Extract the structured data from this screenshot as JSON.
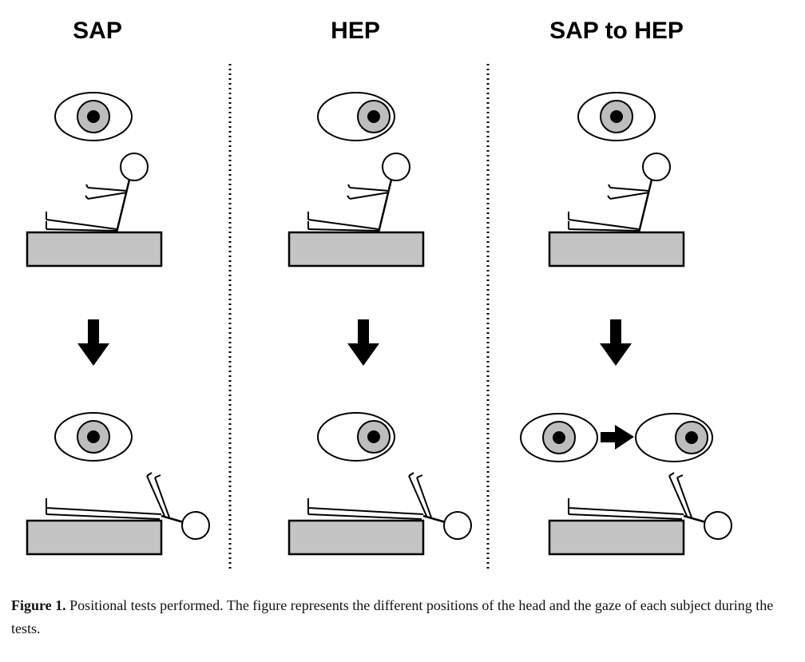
{
  "panels": [
    {
      "title": "SAP"
    },
    {
      "title": "HEP"
    },
    {
      "title": "SAP to HEP"
    }
  ],
  "caption": {
    "label": "Figure 1.",
    "text": " Positional tests performed. The figure represents the different positions of the head and the gaze of each subject during the tests."
  },
  "colors": {
    "bed_fill": "#c4c4c4",
    "iris_fill": "#bdbdbd",
    "stroke": "#000000"
  }
}
